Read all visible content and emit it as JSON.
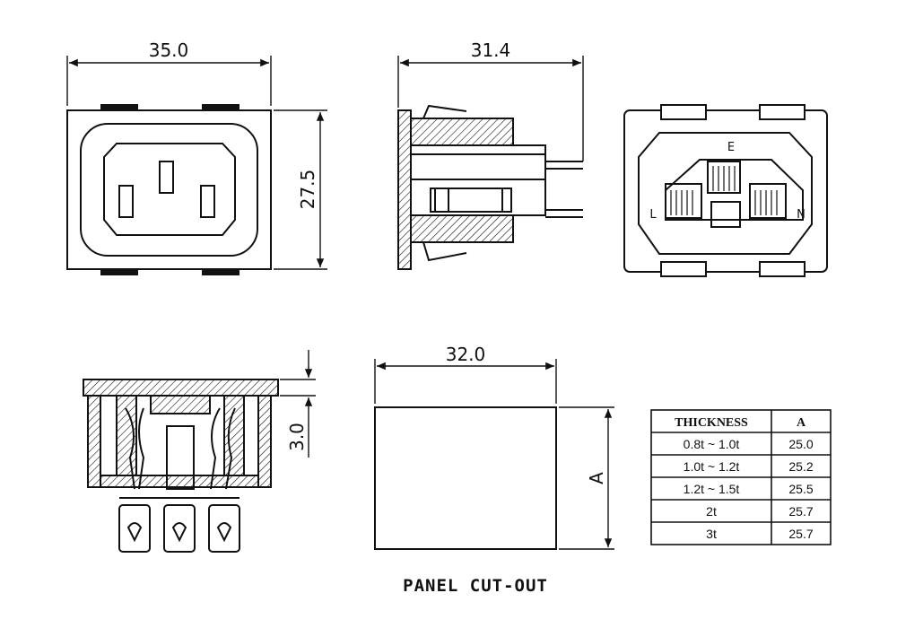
{
  "dimensions": {
    "front_width": "35.0",
    "front_height": "27.5",
    "side_depth": "31.4",
    "cutout_width": "32.0",
    "cutout_height_ref": "A",
    "flange_thickness": "3.0"
  },
  "terminal_labels": {
    "earth": "E",
    "line": "L",
    "neutral": "N"
  },
  "caption": "PANEL CUT-OUT",
  "table": {
    "headers": [
      "THICKNESS",
      "A"
    ],
    "rows": [
      {
        "thickness": "0.8t ~ 1.0t",
        "a": "25.0"
      },
      {
        "thickness": "1.0t ~ 1.2t",
        "a": "25.2"
      },
      {
        "thickness": "1.2t ~ 1.5t",
        "a": "25.5"
      },
      {
        "thickness": "2t",
        "a": "25.7"
      },
      {
        "thickness": "3t",
        "a": "25.7"
      }
    ]
  },
  "colors": {
    "line": "#111111",
    "background": "#ffffff"
  }
}
